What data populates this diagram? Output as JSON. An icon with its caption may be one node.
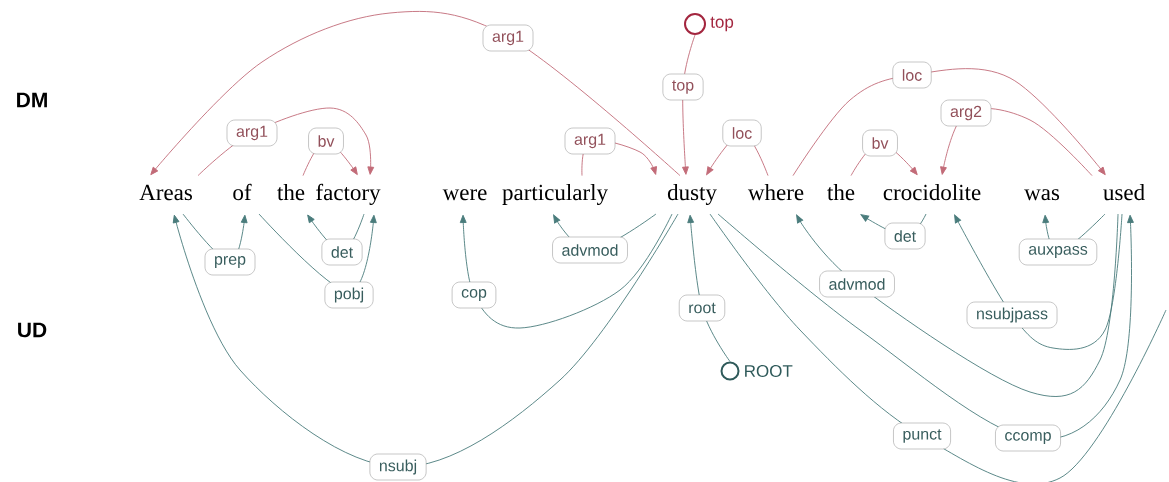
{
  "diagram": {
    "nodes": [
      {
        "text": [
          "Areas"
        ]
      },
      {
        "text": [
          "of"
        ]
      },
      {
        "text": [
          "the"
        ]
      },
      {
        "text": [
          "factory"
        ]
      },
      {
        "text": [
          "were"
        ]
      },
      {
        "text": [
          "particularly"
        ]
      },
      {
        "text": [
          "dusty"
        ]
      },
      {
        "text": [
          "where"
        ]
      },
      {
        "text": [
          "the"
        ]
      },
      {
        "text": [
          "crocidolite"
        ]
      },
      {
        "text": [
          "was"
        ]
      },
      {
        "text": [
          "used"
        ]
      },
      {
        "text": [],
        "shape": "circle",
        "beside": [
          "top"
        ]
      },
      {
        "text": [],
        "shape": "circle",
        "beside": [
          "ROOT"
        ]
      }
    ],
    "edges": [
      {
        "from": 6,
        "to": 0,
        "arrow": "to",
        "label": "arg1",
        "color": "#c26b78"
      },
      {
        "from": 0,
        "to": 3,
        "arrow": "to",
        "label": "arg1",
        "color": "#c26b78"
      },
      {
        "from": 2,
        "to": 3,
        "arrow": "to",
        "label": "bv",
        "color": "#c26b78"
      },
      {
        "from": 5,
        "to": 6,
        "arrow": "to",
        "label": "arg1",
        "color": "#c26b78"
      },
      {
        "from": 12,
        "to": 6,
        "arrow": "to",
        "label": "top",
        "color": "#c26b78"
      },
      {
        "from": 7,
        "to": 6,
        "arrow": "to",
        "label": "loc",
        "color": "#c26b78"
      },
      {
        "from": 7,
        "to": 11,
        "arrow": "to",
        "label": "loc",
        "color": "#c26b78"
      },
      {
        "from": 8,
        "to": 9,
        "arrow": "to",
        "label": "bv",
        "color": "#c26b78"
      },
      {
        "from": 11,
        "to": 9,
        "arrow": "to",
        "label": "arg2",
        "color": "#c26b78"
      },
      {
        "from": 0,
        "to": 1,
        "arrow": "to",
        "label": "prep"
      },
      {
        "from": 1,
        "to": 3,
        "arrow": "to",
        "label": "pobj"
      },
      {
        "from": 3,
        "to": 2,
        "arrow": "to",
        "label": "det"
      },
      {
        "from": 6,
        "to": 4,
        "arrow": "to",
        "label": "cop"
      },
      {
        "from": 6,
        "to": 5,
        "arrow": "to",
        "label": "advmod"
      },
      {
        "from": 6,
        "to": 0,
        "arrow": "to",
        "label": "nsubj"
      },
      {
        "from": 13,
        "to": 6,
        "arrow": "to",
        "label": "root"
      },
      {
        "from": 6,
        "to": null,
        "arrow": "none",
        "label": "punct"
      },
      {
        "from": 6,
        "to": 11,
        "arrow": "to",
        "label": "ccomp"
      },
      {
        "from": 11,
        "to": 7,
        "arrow": "to",
        "label": "advmod"
      },
      {
        "from": 11,
        "to": 9,
        "arrow": "to",
        "label": "nsubjpass"
      },
      {
        "from": 11,
        "to": 10,
        "arrow": "to",
        "label": "auxpass"
      },
      {
        "from": 9,
        "to": 8,
        "arrow": "to",
        "label": "det"
      }
    ],
    "labels": [
      "DM",
      "UD"
    ]
  }
}
